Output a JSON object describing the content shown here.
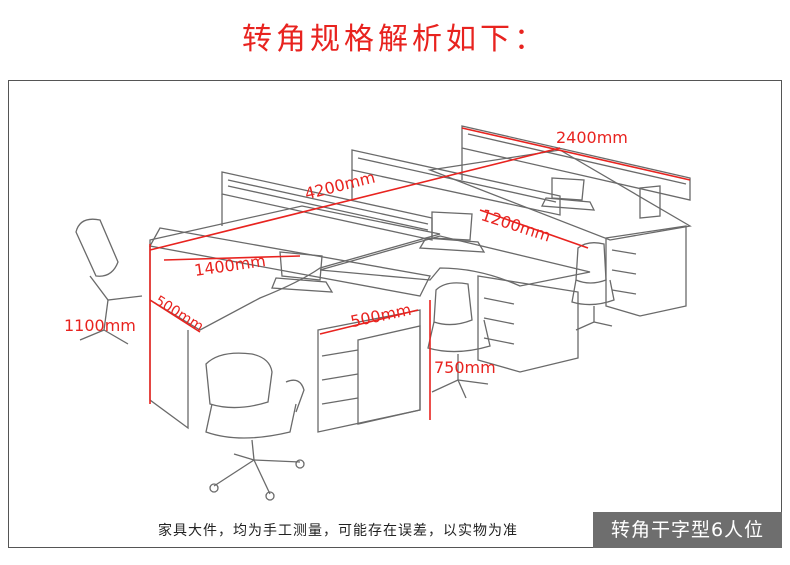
{
  "title": "转角规格解析如下：",
  "dimensions": {
    "total_length": "4200mm",
    "back_length": "2400mm",
    "desk_depth": "1200mm",
    "desk_length": "1400mm",
    "corner_left": "500mm",
    "corner_right": "500mm",
    "height": "1100mm",
    "desk_height": "750mm"
  },
  "footer": {
    "note": "家具大件，均为手工测量，可能存在误差，以实物为准",
    "product_tag": "转角干字型6人位"
  },
  "colors": {
    "accent": "#e8231f",
    "tag_background": "#6e6e6e"
  }
}
